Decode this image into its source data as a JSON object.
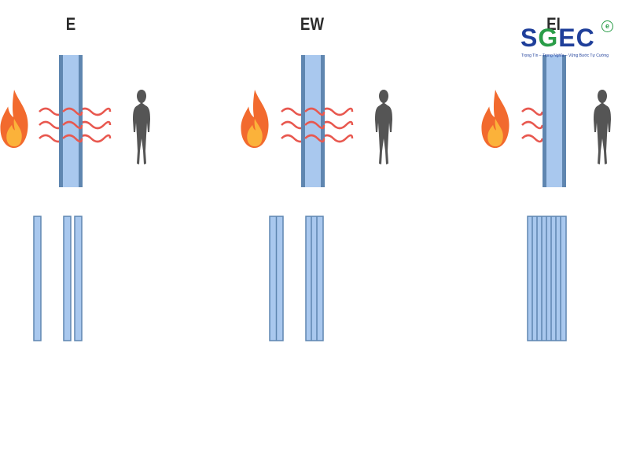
{
  "panels": [
    {
      "label": "E"
    },
    {
      "label": "EW"
    },
    {
      "label": "EI"
    }
  ],
  "logo": {
    "letters_blue_1": "S",
    "letters_green": "G",
    "letters_blue_2": "EC",
    "superscript": "e",
    "slogan": "Trọng Tín – Trọng Nghĩa – Vững Bước Tự Cường"
  },
  "colors": {
    "glass_fill": "#a9c8ee",
    "glass_edge": "#5f86b0",
    "heat_waves": "#e8584f",
    "flame_outer": "#f26a2e",
    "flame_inner": "#fbb23a",
    "person": "#555555",
    "logo_blue": "#1f3f9a",
    "logo_green": "#2a9d48"
  },
  "icons": [
    "flame-icon",
    "heat-waves-icon",
    "person-icon",
    "glass-pane-icon"
  ]
}
